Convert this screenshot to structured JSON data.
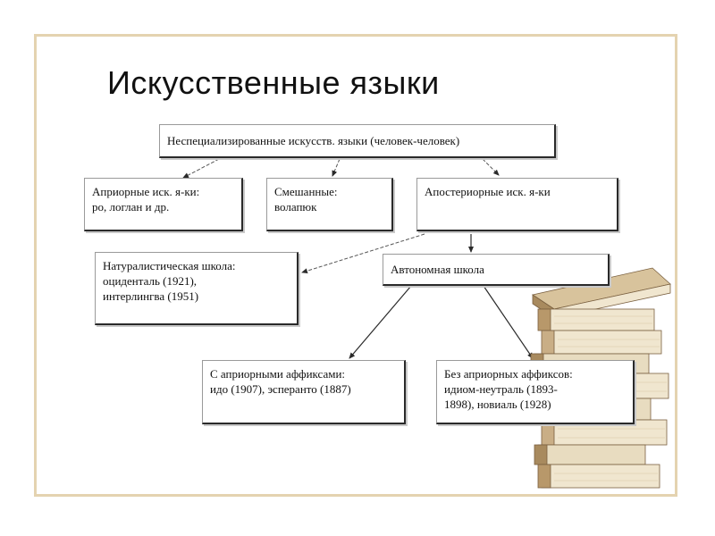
{
  "slide": {
    "title": "Искусственные языки"
  },
  "diagram": {
    "nodes": {
      "root": {
        "lines": [
          "Неспециализированные искусств. языки (человек-человек)"
        ]
      },
      "apriori": {
        "lines": [
          "Априорные иск. я-ки:",
          "ро, логлан и др."
        ]
      },
      "mixed": {
        "lines": [
          "Смешанные:",
          "волапюк"
        ]
      },
      "aposteriori": {
        "lines": [
          "Апостериорные иск. я-ки"
        ]
      },
      "naturalistic": {
        "lines": [
          "Натуралистическая школа:",
          "оциденталь (1921),",
          "интерлингва (1951)"
        ]
      },
      "autonomous": {
        "lines": [
          "Автономная школа"
        ]
      },
      "with_affixes": {
        "lines": [
          "С априорными аффиксами:",
          "идо (1907), эсперанто (1887)"
        ]
      },
      "without_affixes": {
        "lines": [
          "Без априорных аффиксов:",
          "идиом-неутраль (1893-",
          "1898), новиаль (1928)"
        ]
      }
    }
  },
  "colors": {
    "frame": "#e4d3b0",
    "box_border": "#2a2a2a",
    "arrow": "#2a2a2a",
    "dash_arrow": "#555555",
    "book_cover": "#c9ae86",
    "book_pages": "#f0e6cf"
  }
}
